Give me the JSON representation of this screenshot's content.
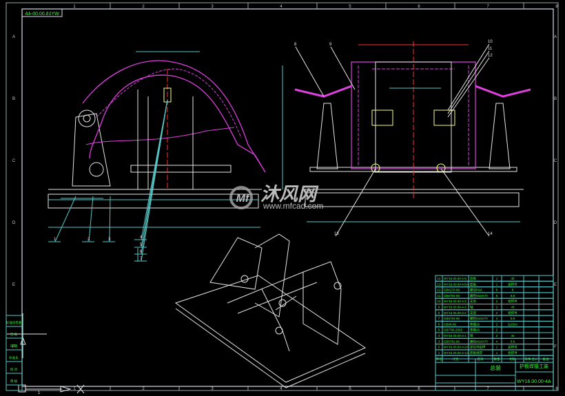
{
  "drawing": {
    "code": "WY16.00.00-4A",
    "mirrored_code": "WY16.00.00-4A",
    "title_block": {
      "center_title": "总装",
      "name": "护板焊接工装",
      "code": "WY16.00.00-4A"
    },
    "columns": [
      "1",
      "2",
      "3",
      "4",
      "5",
      "6",
      "7",
      "8"
    ],
    "rows": [
      "A",
      "B",
      "C",
      "D",
      "E",
      "F"
    ],
    "balloons_front": [
      "1",
      "2",
      "3",
      "4",
      "5",
      "6",
      "7"
    ],
    "balloons_side": [
      "8",
      "9",
      "10",
      "11",
      "12",
      "13",
      "14"
    ],
    "bom": [
      {
        "no": "14",
        "code": "WY16.00.00-4-6",
        "name": "压板",
        "qty": "1",
        "mat": "45"
      },
      {
        "no": "13",
        "code": "WY16.00.00-4-5A",
        "name": "底板",
        "qty": "1",
        "mat": "组焊件"
      },
      {
        "no": "12",
        "code": "GB6170-86",
        "name": "螺母M16",
        "qty": "8",
        "mat": "8"
      },
      {
        "no": "11",
        "code": "GB5783-86",
        "name": "螺栓M16X70",
        "qty": "8",
        "mat": "8.8"
      },
      {
        "no": "10",
        "code": "WY16.00.00-4-3",
        "name": "支架",
        "qty": "2",
        "mat": "组焊件"
      },
      {
        "no": "9",
        "code": "WY16.00.00-4-3",
        "name": "轴",
        "qty": "2",
        "mat": "45"
      },
      {
        "no": "8",
        "code": "WY16.00.00-4-2",
        "name": "支座",
        "qty": "2",
        "mat": "组焊件"
      },
      {
        "no": "7",
        "code": "GB5783-86",
        "name": "螺栓M16X70",
        "qty": "4",
        "mat": "8.8"
      },
      {
        "no": "6",
        "code": "GB96-86",
        "name": "垫圈16",
        "qty": "2",
        "mat": "Q235A"
      },
      {
        "no": "5",
        "code": "GB/T95-2002",
        "name": "垫圈16",
        "qty": "2",
        "mat": ""
      },
      {
        "no": "4",
        "code": "WY16.00.00-4-1",
        "name": "销",
        "qty": "2",
        "mat": "45"
      },
      {
        "no": "3",
        "code": "GB5782-86",
        "name": "螺栓M16X70",
        "qty": "4",
        "mat": "8.8"
      },
      {
        "no": "2",
        "code": "WY16.00.00-4-2A",
        "name": "定位块组焊",
        "qty": "1",
        "mat": "组焊件"
      },
      {
        "no": "1",
        "code": "WY16.00.00-4-1A",
        "name": "底板组焊",
        "qty": "1",
        "mat": "组焊件"
      }
    ],
    "bom_header": [
      "序号",
      "代号",
      "名称",
      "数量",
      "材料",
      "单件 总计",
      "备注"
    ],
    "side_panel": [
      "标准化检查",
      "签 名",
      "日 期",
      "标准化",
      "校 对",
      "审 核"
    ],
    "axis_label": "1"
  },
  "watermark": {
    "cn": "沐风网",
    "url": "www.mfcad.com"
  },
  "colors": {
    "frame": "#cfd8d8",
    "magenta": "#e040e0",
    "white": "#e8e8e8",
    "text": "#3cff3c",
    "cyan": "#58c8c8",
    "red": "#ff3030"
  }
}
